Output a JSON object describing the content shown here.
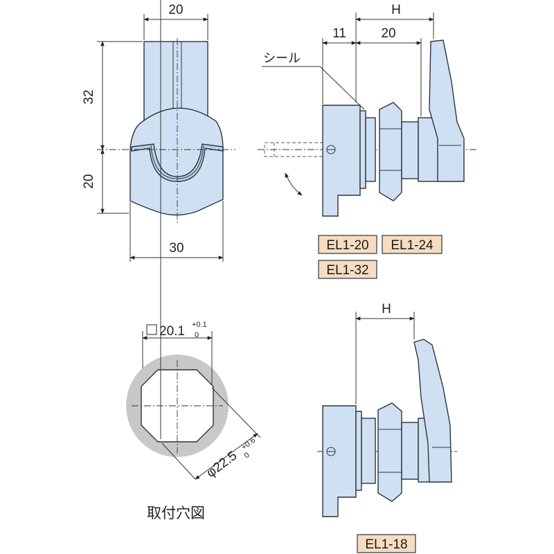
{
  "front_view": {
    "dim_top_width": "20",
    "dim_height_upper": "32",
    "dim_height_lower": "20",
    "dim_bottom_width": "30"
  },
  "side_view": {
    "dim_h": "H",
    "dim_11": "11",
    "dim_20": "20",
    "seal_label": "シール",
    "models": [
      "EL1-20",
      "EL1-24",
      "EL1-32"
    ]
  },
  "hole_view": {
    "square_dim": "20.1",
    "square_tol_upper": "+0.1",
    "square_tol_lower": "0",
    "diameter_dim": "φ22.5",
    "diameter_tol_upper": "+0.6",
    "diameter_tol_lower": "0",
    "caption": "取付穴図"
  },
  "side_view_2": {
    "dim_h": "H",
    "model": "EL1-18"
  },
  "colors": {
    "part_fill": "#cfe0f2",
    "badge_fill": "#f6dcc0",
    "hole_ring": "#c8c8c8"
  }
}
